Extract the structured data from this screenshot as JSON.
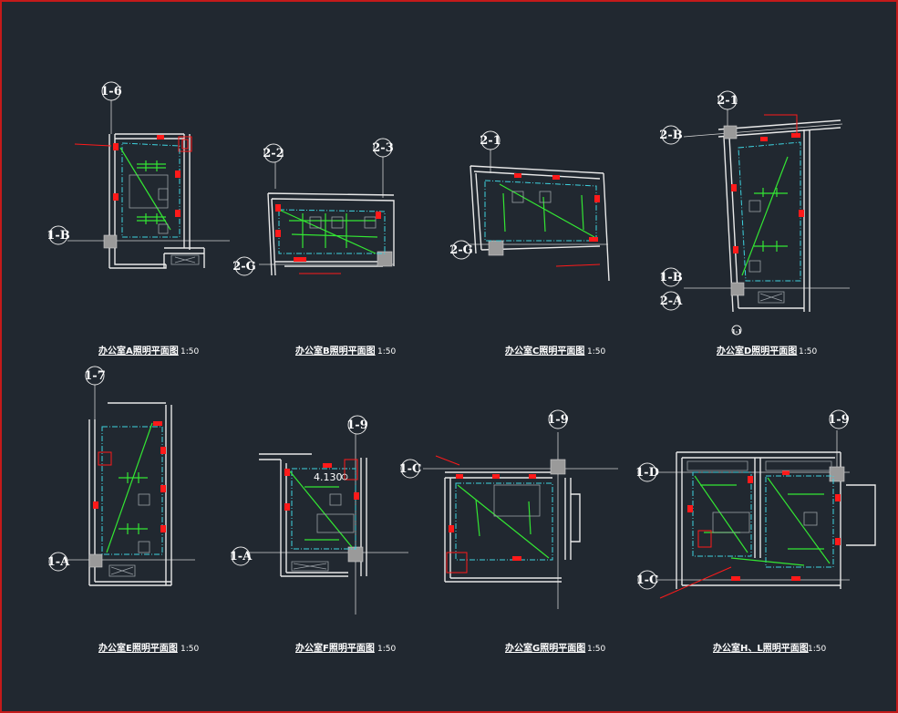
{
  "colors": {
    "background": "#212830",
    "frame": "#c41a1a",
    "wall": "#e8e8e8",
    "cyan_circuit": "#3ed3e0",
    "green_fixture": "#33e633",
    "red_device": "#ff1a1a"
  },
  "panels": [
    {
      "title": "办公室A照明平面图",
      "scale": "1:50",
      "axes": [
        "1-6",
        "1-B"
      ]
    },
    {
      "title": "办公室B照明平面图",
      "scale": "1:50",
      "axes": [
        "2-2",
        "2-3",
        "2-G"
      ]
    },
    {
      "title": "办公室C照明平面图",
      "scale": "1:50",
      "axes": [
        "2-1",
        "2-G"
      ]
    },
    {
      "title": "办公室D照明平面图",
      "scale": "1:50",
      "axes": [
        "2-1",
        "2-B",
        "1-B",
        "2-A",
        "1-1"
      ]
    },
    {
      "title": "办公室E照明平面图",
      "scale": "1:50",
      "axes": [
        "1-7",
        "1-A"
      ]
    },
    {
      "title": "办公室F照明平面图",
      "scale": "1:50",
      "axes": [
        "1-9",
        "1-A"
      ],
      "elevation": "4.130"
    },
    {
      "title": "办公室G照明平面图",
      "scale": "1:50",
      "axes": [
        "1-9",
        "1-C"
      ]
    },
    {
      "title": "办公室H、L照明平面图",
      "scale": "1:50",
      "axes": [
        "1-9",
        "1-D",
        "1-C"
      ]
    }
  ]
}
